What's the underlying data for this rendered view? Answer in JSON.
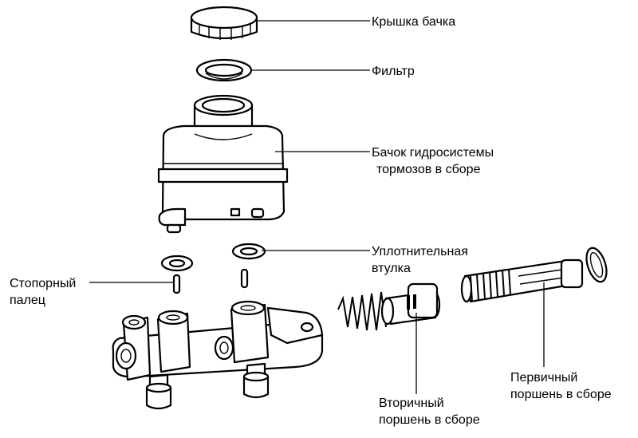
{
  "labels": {
    "cap": "Крышка бачка",
    "filter": "Фильтр",
    "reservoir_1": "Бачок гидросистемы",
    "reservoir_2": "тормозов в сборе",
    "seal_1": "Уплотнительная",
    "seal_2": "втулка",
    "pin_1": "Стопорный",
    "pin_2": "палец",
    "secondary_1": "Вторичный",
    "secondary_2": "поршень в сборе",
    "primary_1": "Первичный",
    "primary_2": "поршень в сборе"
  }
}
